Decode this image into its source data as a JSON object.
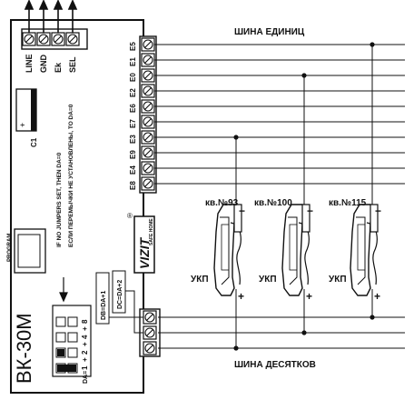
{
  "top_terminals": [
    "LINE",
    "GND",
    "Ek",
    "SEL"
  ],
  "capacitor_label": "C1",
  "capacitor_plus": "+",
  "jumper_note": {
    "english": "IF NO JUMPERS SET, THEN DA=0",
    "russian": "ЕСЛИ ПЕРЕМЫЧКИ НЕ УСТАНОВЛЕНЫ, ТО DA=0"
  },
  "program_label": "PROGRAM",
  "model_label": "ВК-30М",
  "brand": {
    "name": "VIZIT",
    "sub": "SAFE HOME",
    "registered": "®"
  },
  "units_terminals": [
    "E5",
    "E1",
    "E0",
    "E2",
    "E6",
    "E7",
    "E3",
    "E9",
    "E4",
    "E8"
  ],
  "units_bus_label": "ШИНА ЕДИНИЦ",
  "tens_bus_label": "ШИНА ДЕСЯТКОВ",
  "tens_terminal_labels": [
    "DB=DA+1",
    "DC=DA+2"
  ],
  "dip": {
    "label": "DA=",
    "values": [
      "1",
      "+",
      "2",
      "+",
      "4",
      "+",
      "8"
    ]
  },
  "apartments": [
    {
      "label": "кв.№93",
      "device": "УКП",
      "minus": "−",
      "plus": "+"
    },
    {
      "label": "кв.№100",
      "device": "УКП",
      "minus": "−",
      "plus": "+"
    },
    {
      "label": "кв.№115",
      "device": "УКП",
      "minus": "−",
      "plus": "+"
    }
  ]
}
